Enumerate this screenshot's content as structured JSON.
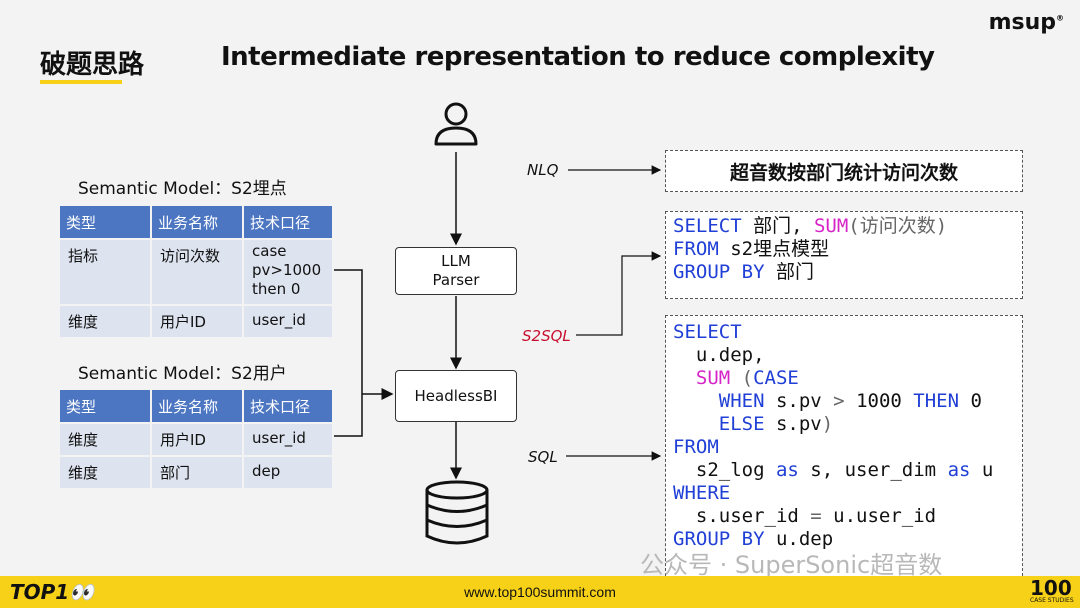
{
  "header": {
    "section_title": "破题思路",
    "main_title": "Intermediate representation to reduce complexity",
    "logo_text": "msup",
    "logo_mark": "®"
  },
  "models": [
    {
      "title": "Semantic Model：S2埋点",
      "columns": [
        "类型",
        "业务名称",
        "技术口径"
      ],
      "rows": [
        [
          "指标",
          "访问次数",
          "case\npv>1000\nthen 0"
        ],
        [
          "维度",
          "用户ID",
          "user_id"
        ]
      ]
    },
    {
      "title": "Semantic Model：S2用户",
      "columns": [
        "类型",
        "业务名称",
        "技术口径"
      ],
      "rows": [
        [
          "维度",
          "用户ID",
          "user_id"
        ],
        [
          "维度",
          "部门",
          "dep"
        ]
      ]
    }
  ],
  "flow": {
    "llm_parser": "LLM\nParser",
    "headless_bi": "HeadlessBI",
    "user_icon": "user-icon",
    "db_icon": "database-icon"
  },
  "labels": {
    "nlq": "NLQ",
    "s2sql": "S2SQL",
    "sql": "SQL"
  },
  "nlq_text": "超音数按部门统计访问次数",
  "s2sql_lines": [
    [
      {
        "t": "SELECT",
        "c": "kw"
      },
      {
        "t": " 部门, "
      },
      {
        "t": "SUM",
        "c": "fn"
      },
      {
        "t": "(访问次数)",
        "c": "op"
      }
    ],
    [
      {
        "t": "FROM",
        "c": "kw"
      },
      {
        "t": " s2埋点模型"
      }
    ],
    [
      {
        "t": "GROUP BY",
        "c": "kw"
      },
      {
        "t": " 部门"
      }
    ]
  ],
  "sql_lines": [
    [
      {
        "t": "SELECT",
        "c": "kw"
      }
    ],
    [
      {
        "t": "  u.dep,"
      }
    ],
    [
      {
        "t": "  "
      },
      {
        "t": "SUM",
        "c": "fn"
      },
      {
        "t": " (",
        "c": "op"
      },
      {
        "t": "CASE",
        "c": "kw"
      }
    ],
    [
      {
        "t": "    "
      },
      {
        "t": "WHEN",
        "c": "kw"
      },
      {
        "t": " s.pv "
      },
      {
        "t": ">",
        "c": "op"
      },
      {
        "t": " 1000 "
      },
      {
        "t": "THEN",
        "c": "kw"
      },
      {
        "t": " 0"
      }
    ],
    [
      {
        "t": "    "
      },
      {
        "t": "ELSE",
        "c": "kw"
      },
      {
        "t": " s.pv"
      },
      {
        "t": ")",
        "c": "op"
      }
    ],
    [
      {
        "t": "FROM",
        "c": "kw"
      }
    ],
    [
      {
        "t": "  s2_log "
      },
      {
        "t": "as",
        "c": "kw"
      },
      {
        "t": " s, user_dim "
      },
      {
        "t": "as",
        "c": "kw"
      },
      {
        "t": " u"
      }
    ],
    [
      {
        "t": "WHERE",
        "c": "kw"
      }
    ],
    [
      {
        "t": "  s.user_id "
      },
      {
        "t": "=",
        "c": "op"
      },
      {
        "t": " u.user_id"
      }
    ],
    [
      {
        "t": "GROUP BY",
        "c": "kw"
      },
      {
        "t": " u.dep"
      }
    ]
  ],
  "footer": {
    "left_logo": "TOP1👀",
    "url": "www.top100summit.com",
    "right_logo": "100",
    "right_sub": "CASE STUDIES"
  },
  "watermark": "公众号 · SuperSonic超音数",
  "colors": {
    "accent_yellow": "#f7d117",
    "table_header": "#4d76c2",
    "table_cell": "#dde3ef",
    "keyword": "#1f3fd6",
    "function": "#d624c8",
    "s2sql_label": "#c8102e"
  }
}
